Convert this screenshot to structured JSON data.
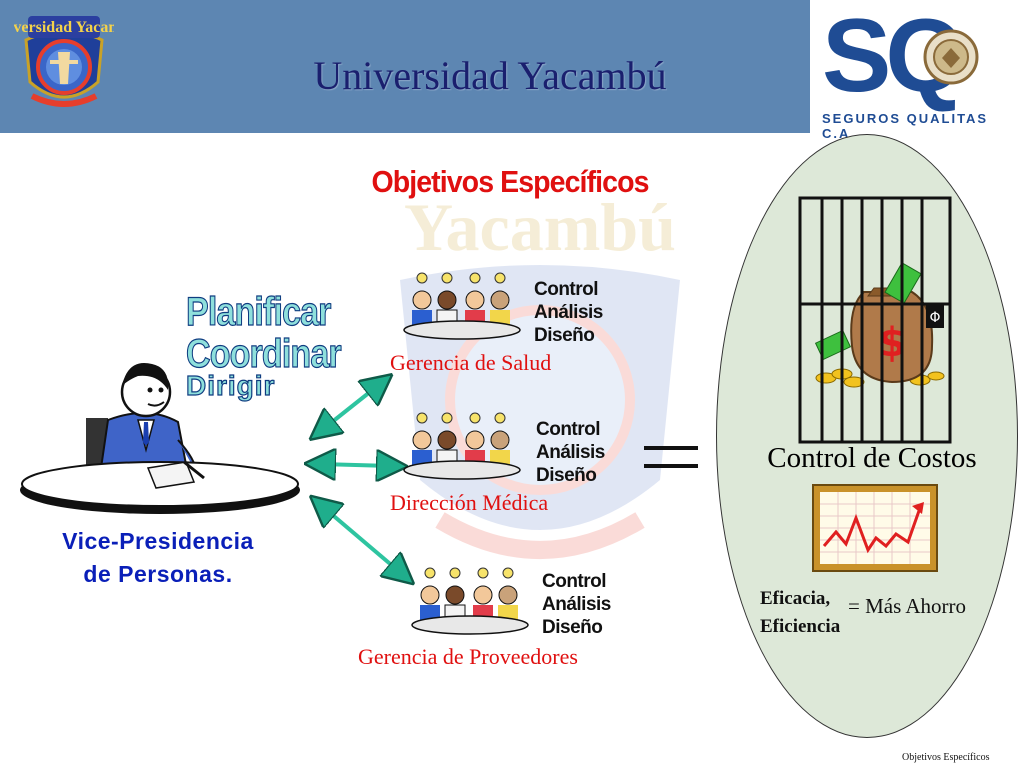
{
  "header": {
    "title": "Universidad Yacambú",
    "logo_text": "Universidad Yacambú",
    "bg_color": "#5d86b2",
    "title_color": "#1a1f6e"
  },
  "brand": {
    "letters": "SQ",
    "caption": "SEGUROS QUALITAS C.A.",
    "color": "#1f4c94"
  },
  "watermark_text": "Yacambú",
  "slide": {
    "title": "Objetivos Específicos",
    "title_color": "#e01010"
  },
  "verbs": [
    "Planificar",
    "Coordinar",
    "Dirigir"
  ],
  "vice_presidency": {
    "line1": "Vice-Presidencia",
    "line2": "de Personas.",
    "color": "#0a1fb8"
  },
  "departments": [
    {
      "name": "Gerencia de Salud",
      "tasks": [
        "Control",
        "Análisis",
        "Diseño"
      ]
    },
    {
      "name": "Dirección Médica",
      "tasks": [
        "Control",
        "Análisis",
        "Diseño"
      ]
    },
    {
      "name": "Gerencia de Proveedores",
      "tasks": [
        "Control",
        "Análisis",
        "Diseño"
      ]
    }
  ],
  "outcome": {
    "label": "Control de Costos",
    "efficacy": "Eficacia,",
    "efficiency": "Eficiencia",
    "savings": "= Más Ahorro",
    "ellipse_color": "#dde8d8"
  },
  "footer_note": "Objetivos Específicos",
  "icons": {
    "money": "money-bag-icon",
    "chart": "rising-chart-icon",
    "team": "team-meeting-icon"
  }
}
